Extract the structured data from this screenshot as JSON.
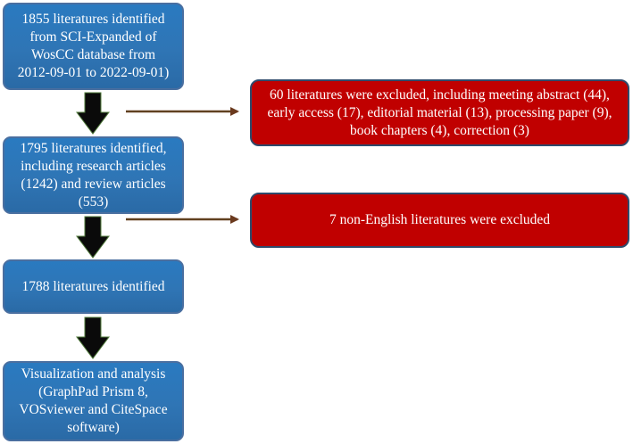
{
  "flow": {
    "main_steps": [
      {
        "text": "1855 literatures identified\nfrom SCI-Expanded of\nWosCC database from\n2012-09-01 to 2022-09-01)"
      },
      {
        "text": "1795 literatures identified,\nincluding research articles\n(1242) and review articles\n(553)"
      },
      {
        "text": "1788 literatures identified"
      },
      {
        "text": "Visualization and analysis\n(GraphPad Prism 8,\nVOSviewer and CiteSpace\nsoftware)"
      }
    ],
    "exclusions": [
      {
        "text": "60 literatures were excluded, including meeting abstract (44),\nearly access (17), editorial material (13), processing paper (9),\nbook chapters (4), correction (3)"
      },
      {
        "text": "7 non-English literatures were excluded"
      }
    ]
  },
  "colors": {
    "step_box": "#2f75b5",
    "exclusion_box": "#c00000",
    "down_arrow": "#0a0a0a",
    "down_arrow_edge": "#4f7a3a",
    "side_arrow": "#6b3a1e"
  },
  "icons": {
    "down_arrow": "block-arrow-down-icon",
    "side_arrow": "arrow-right-icon"
  }
}
